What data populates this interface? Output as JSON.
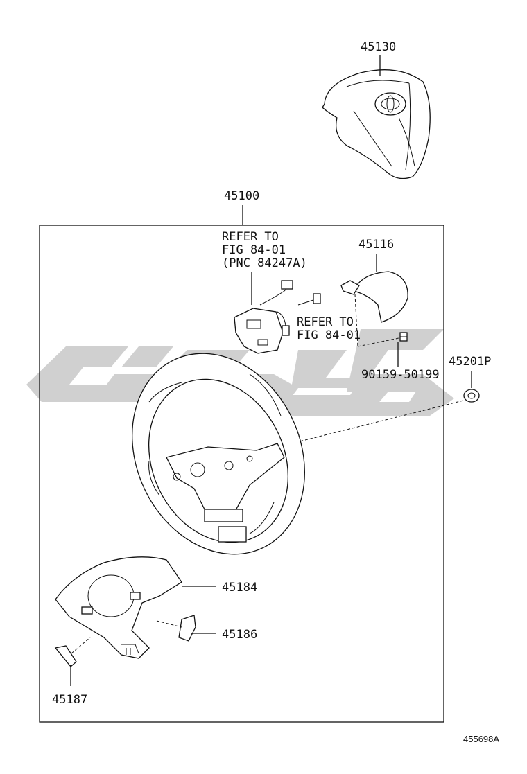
{
  "parts": {
    "p45130": "45130",
    "p45100": "45100",
    "p45116": "45116",
    "p45201p": "45201P",
    "p90159": "90159-50199",
    "p45184": "45184",
    "p45186": "45186",
    "p45187": "45187"
  },
  "refs": {
    "ref1_line1": "REFER TO",
    "ref1_line2": "FIG 84-01",
    "ref1_line3": "(PNC 84247A)",
    "ref2_line1": "REFER TO",
    "ref2_line2": "FIG 84-01"
  },
  "diagram_id": "455698A",
  "colors": {
    "watermark": "#c8c8c8",
    "ink": "#111111"
  }
}
